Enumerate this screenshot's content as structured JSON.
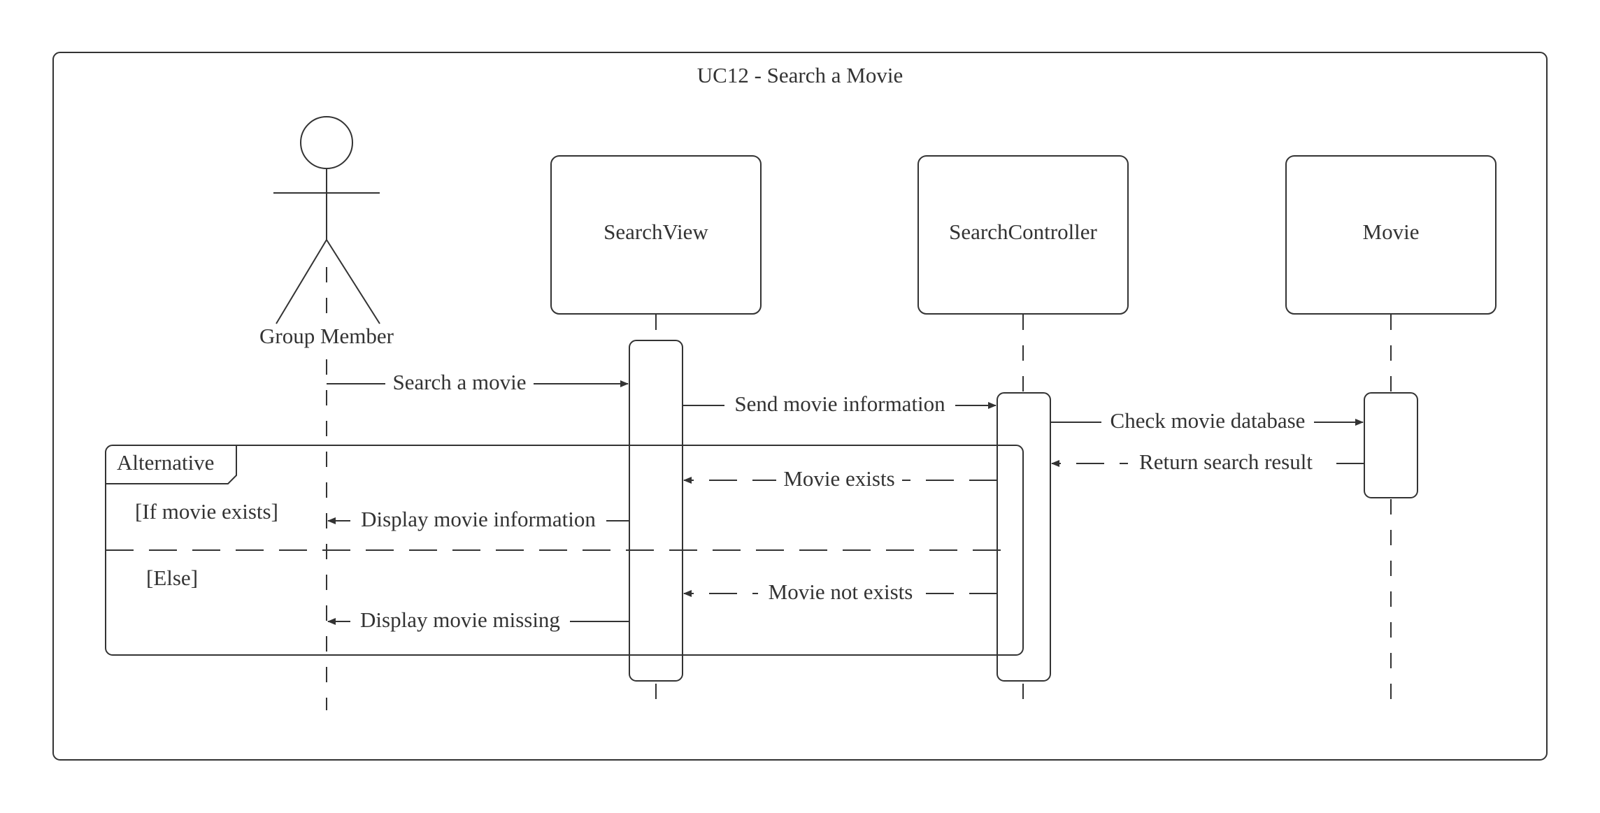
{
  "diagram": {
    "title": "UC12 - Search a Movie",
    "actor": {
      "name": "Group Member"
    },
    "participants": [
      {
        "id": "view",
        "name": "SearchView"
      },
      {
        "id": "controller",
        "name": "SearchController"
      },
      {
        "id": "model",
        "name": "Movie"
      }
    ],
    "fragment": {
      "operator": "Alternative",
      "guards": [
        "[If movie exists]",
        "[Else]"
      ]
    },
    "messages": [
      {
        "id": "m1",
        "label": "Search a movie",
        "type": "sync",
        "from": "actor",
        "to": "view"
      },
      {
        "id": "m2",
        "label": "Send movie information",
        "type": "sync",
        "from": "view",
        "to": "controller"
      },
      {
        "id": "m3",
        "label": "Check movie database",
        "type": "sync",
        "from": "controller",
        "to": "model"
      },
      {
        "id": "m4",
        "label": "Return search result",
        "type": "return",
        "from": "model",
        "to": "controller"
      },
      {
        "id": "m5",
        "label": "Movie exists",
        "type": "return",
        "from": "controller",
        "to": "view"
      },
      {
        "id": "m6",
        "label": "Display movie information",
        "type": "sync",
        "from": "view",
        "to": "actor"
      },
      {
        "id": "m7",
        "label": "Movie not exists",
        "type": "return",
        "from": "controller",
        "to": "view"
      },
      {
        "id": "m8",
        "label": "Display movie missing",
        "type": "sync",
        "from": "view",
        "to": "actor"
      }
    ]
  }
}
